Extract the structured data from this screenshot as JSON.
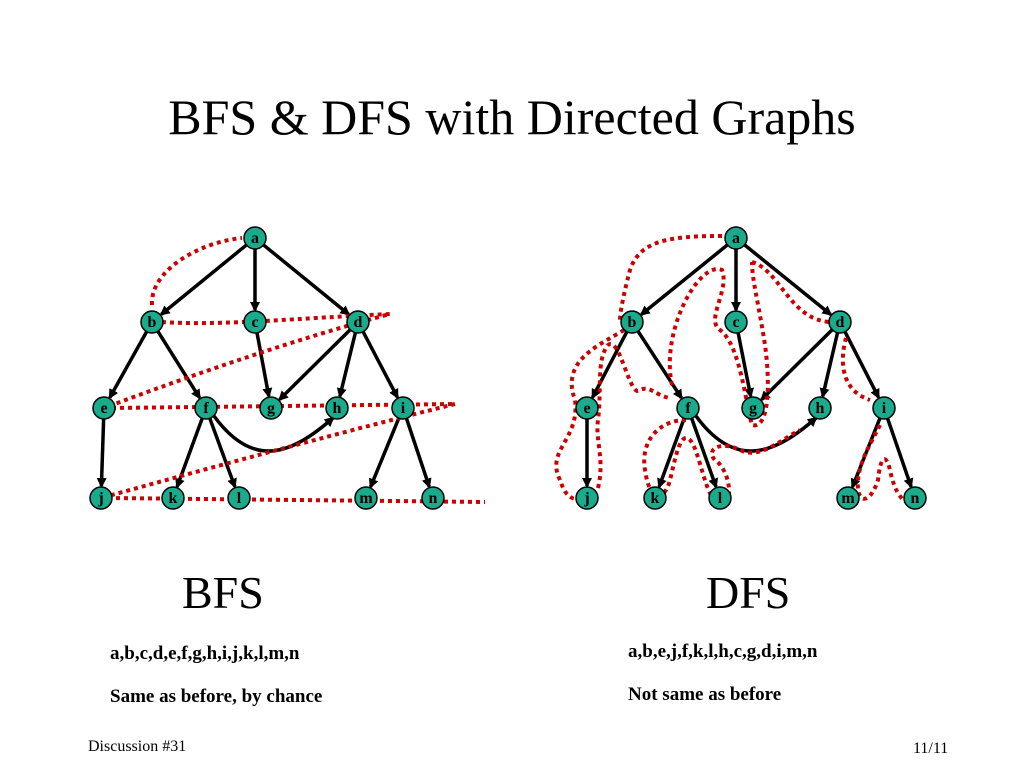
{
  "title": "BFS & DFS with Directed Graphs",
  "graph": {
    "nodes": [
      "a",
      "b",
      "c",
      "d",
      "e",
      "f",
      "g",
      "h",
      "i",
      "j",
      "k",
      "l",
      "m",
      "n"
    ],
    "edges": [
      [
        "a",
        "b"
      ],
      [
        "a",
        "c"
      ],
      [
        "a",
        "d"
      ],
      [
        "b",
        "e"
      ],
      [
        "b",
        "f"
      ],
      [
        "c",
        "g"
      ],
      [
        "d",
        "g"
      ],
      [
        "d",
        "h"
      ],
      [
        "d",
        "i"
      ],
      [
        "e",
        "j"
      ],
      [
        "f",
        "k"
      ],
      [
        "f",
        "l"
      ],
      [
        "f",
        "h"
      ],
      [
        "i",
        "m"
      ],
      [
        "i",
        "n"
      ]
    ]
  },
  "bfs": {
    "label": "BFS",
    "order": "a,b,c,d,e,f,g,h,i,j,k,l,m,n",
    "note": "Same as before, by chance"
  },
  "dfs": {
    "label": "DFS",
    "order": "a,b,e,j,f,k,l,h,c,g,d,i,m,n",
    "note": "Not same as before"
  },
  "footer": {
    "left": "Discussion #31",
    "right": "11/11"
  },
  "colors": {
    "node_fill": "#1aaa8c",
    "traversal": "#cc0000",
    "edge": "#000000"
  }
}
